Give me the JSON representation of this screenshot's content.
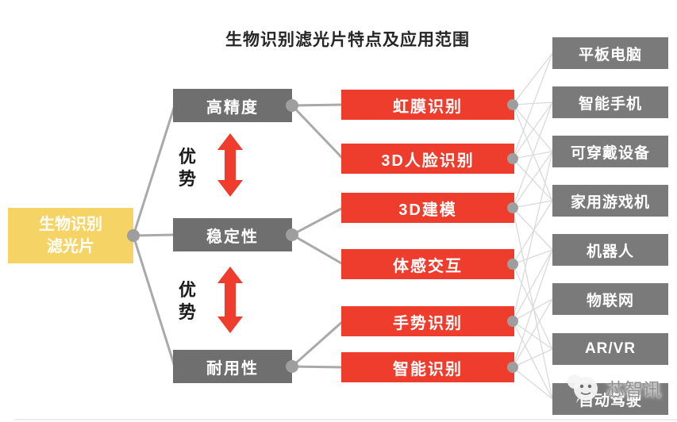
{
  "title": "生物识别滤光片特点及应用范围",
  "root": {
    "line1": "生物识别",
    "line2": "滤光片"
  },
  "features": [
    "高精度",
    "稳定性",
    "耐用性"
  ],
  "advantages": [
    "优势",
    "优势"
  ],
  "technologies": [
    "虹膜识别",
    "3D人脸识别",
    "3D建模",
    "体感交互",
    "手势识别",
    "智能识别"
  ],
  "applications": [
    "平板电脑",
    "智能手机",
    "可穿戴设备",
    "家用游戏机",
    "机器人",
    "物联网",
    "AR/VR",
    "自动驾驶"
  ],
  "watermark": {
    "text": "芯智讯"
  },
  "colors": {
    "accent_red": "#ee3c2d",
    "feature_gray": "#6f6f6f",
    "application_gray": "#7a7a7a",
    "root_yellow": "#f6d365",
    "connector_gray": "#a9a9a9",
    "mesh_line_gray": "#dadada"
  }
}
